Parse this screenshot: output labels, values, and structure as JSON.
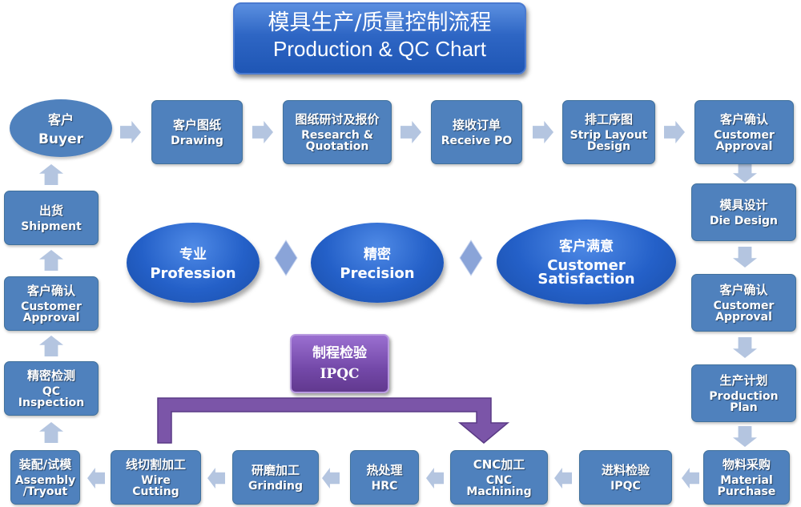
{
  "title": {
    "zh": "模具生产/质量控制流程",
    "en": "Production & QC Chart"
  },
  "colors": {
    "box": "#4f81bd",
    "arrow": "#b4c5e0",
    "ipqc": "#7b55a8",
    "title": "#2e66c4"
  },
  "buyer": {
    "zh": "客户",
    "en": "Buyer"
  },
  "steps": [
    {
      "zh": "客户图纸",
      "en": "Drawing"
    },
    {
      "zh": "图纸研讨及报价",
      "en": "Research &\nQuotation"
    },
    {
      "zh": "接收订单",
      "en": "Receive PO"
    },
    {
      "zh": "排工序图",
      "en": "Strip Layout\nDesign"
    },
    {
      "zh": "客户确认",
      "en": "Customer\nApproval"
    },
    {
      "zh": "模具设计",
      "en": "Die Design"
    },
    {
      "zh": "客户确认",
      "en": "Customer\nApproval"
    },
    {
      "zh": "生产计划",
      "en": "Production\nPlan"
    },
    {
      "zh": "物料采购",
      "en": "Material\nPurchase"
    },
    {
      "zh": "进料检验",
      "en": "IPQC"
    },
    {
      "zh": "CNC加工",
      "en": "CNC\nMachining"
    },
    {
      "zh": "热处理",
      "en": "HRC"
    },
    {
      "zh": "研磨加工",
      "en": "Grinding"
    },
    {
      "zh": "线切割加工",
      "en": "Wire\nCutting"
    },
    {
      "zh": "装配/试模",
      "en": "Assembly\n/Tryout"
    },
    {
      "zh": "精密检测",
      "en": "QC\nInspection"
    },
    {
      "zh": "客户确认",
      "en": "Customer\nApproval"
    },
    {
      "zh": "出货",
      "en": "Shipment"
    }
  ],
  "values": [
    {
      "zh": "专业",
      "en": "Profession"
    },
    {
      "zh": "精密",
      "en": "Precision"
    },
    {
      "zh": "客户满意",
      "en": "Customer\nSatisfaction"
    }
  ],
  "ipqc": {
    "zh": "制程检验",
    "en": "IPQC"
  }
}
